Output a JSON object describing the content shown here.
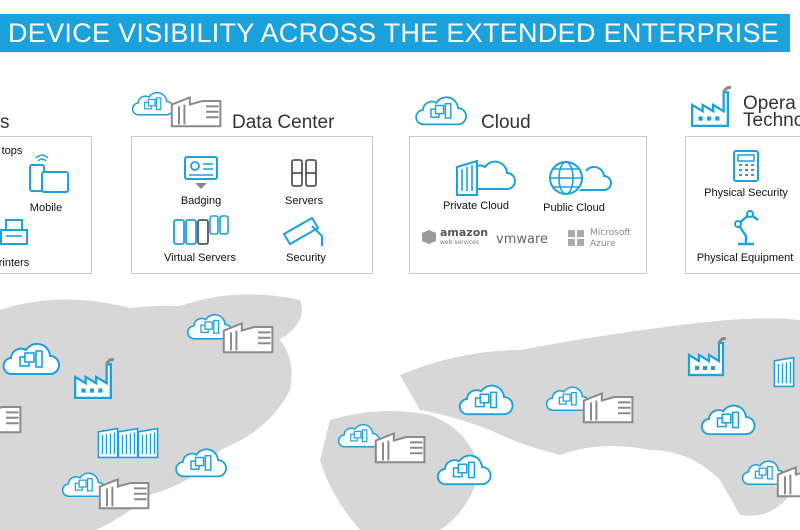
{
  "banner": {
    "title": "DEVICE VISIBILITY ACROSS THE EXTENDED ENTERPRISE"
  },
  "sections": {
    "campus": {
      "title": "s",
      "items": {
        "laptops": "tops",
        "mobile": "Mobile",
        "printers": "rinters"
      }
    },
    "datacenter": {
      "title": "Data Center",
      "items": {
        "badging": "Badging",
        "servers": "Servers",
        "virtual_servers": "Virtual Servers",
        "security": "Security"
      }
    },
    "cloud": {
      "title": "Cloud",
      "items": {
        "private_cloud": "Private Cloud",
        "public_cloud": "Public Cloud"
      },
      "logos": {
        "amazon": "amazon",
        "amazon_sub": "web services",
        "vmware": "vmware",
        "microsoft": "Microsoft",
        "azure": "Azure"
      }
    },
    "ot": {
      "title_line1": "Opera",
      "title_line2": "Techno",
      "items": {
        "physical_security": "Physical Security",
        "physical_equipment": "Physical Equipment"
      }
    }
  },
  "colors": {
    "accent": "#1ba1dc",
    "icon_gray": "#8a8a8a",
    "map_gray": "#d7d7d7"
  }
}
